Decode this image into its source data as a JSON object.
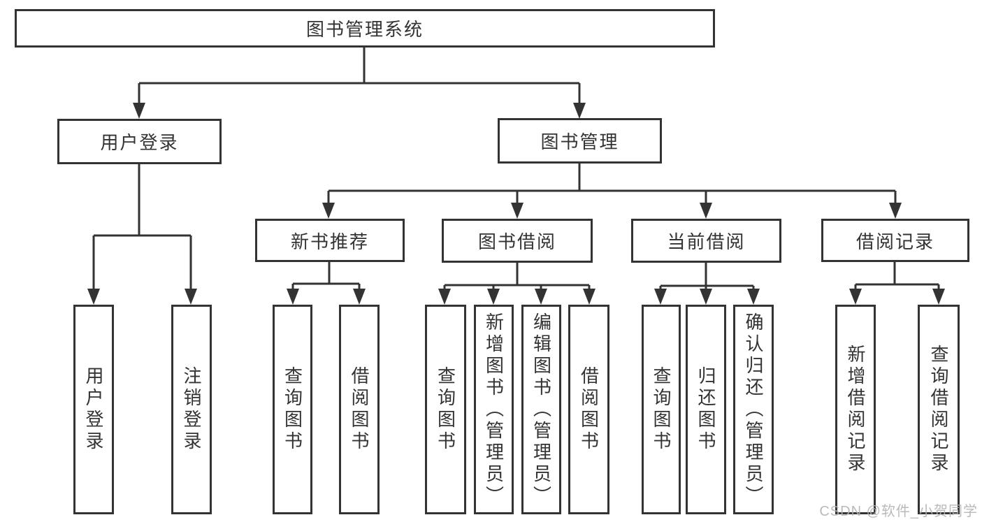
{
  "colors": {
    "line": "#333333",
    "box_border": "#333333",
    "background": "#ffffff",
    "watermark": "#b2b2b2"
  },
  "tree": {
    "root": {
      "label": "图书管理系统"
    },
    "branches": [
      {
        "label": "用户登录",
        "children": [
          {
            "label": "用户登录"
          },
          {
            "label": "注销登录"
          }
        ]
      },
      {
        "label": "图书管理",
        "children": [
          {
            "label": "新书推荐",
            "children": [
              {
                "label": "查询图书"
              },
              {
                "label": "借阅图书"
              }
            ]
          },
          {
            "label": "图书借阅",
            "children": [
              {
                "label": "查询图书"
              },
              {
                "label": "新增图书（管理员）"
              },
              {
                "label": "编辑图书（管理员）"
              },
              {
                "label": "借阅图书"
              }
            ]
          },
          {
            "label": "当前借阅",
            "children": [
              {
                "label": "查询图书"
              },
              {
                "label": "归还图书"
              },
              {
                "label": "确认归还（管理员）"
              }
            ]
          },
          {
            "label": "借阅记录",
            "children": [
              {
                "label": "新增借阅记录"
              },
              {
                "label": "查询借阅记录"
              }
            ]
          }
        ]
      }
    ]
  },
  "watermark": {
    "text": "CSDN @软件_小贺同学"
  }
}
